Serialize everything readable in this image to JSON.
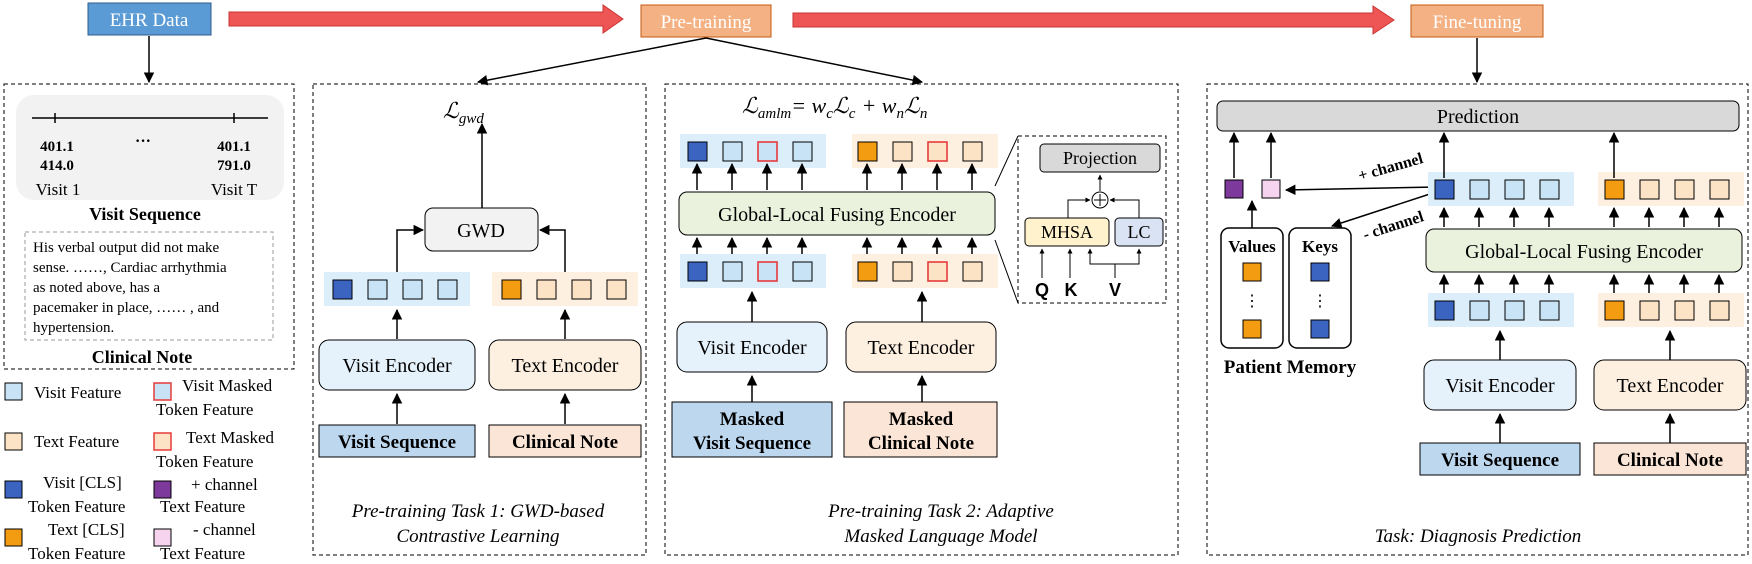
{
  "top": {
    "ehr": "EHR Data",
    "pretraining": "Pre-training",
    "finetuning": "Fine-tuning"
  },
  "left": {
    "codes1a": "401.1",
    "codes1b": "414.0",
    "dots": "···",
    "codes2a": "401.1",
    "codes2b": "791.0",
    "visit1": "Visit 1",
    "visitT": "Visit T",
    "visit_seq_title": "Visit Sequence",
    "note_lines": [
      "His verbal output did not make",
      "sense. ……, Cardiac arrhythmia",
      "as noted above, has a",
      "pacemaker in place, …… , and",
      "hypertension."
    ],
    "clinical_note_title": "Clinical Note"
  },
  "legend": {
    "visit_feature": "Visit Feature",
    "visit_masked_1": "Visit Masked",
    "visit_masked_2": "Token Feature",
    "text_feature": "Text Feature",
    "text_masked_1": "Text Masked",
    "text_masked_2": "Token Feature",
    "visit_cls_1": "Visit [CLS]",
    "visit_cls_2": "Token Feature",
    "plus_channel_1": "+ channel",
    "plus_channel_2": "Text Feature",
    "text_cls_1": "Text [CLS]",
    "text_cls_2": "Token Feature",
    "minus_channel_1": "- channel",
    "minus_channel_2": "Text Feature"
  },
  "task1": {
    "loss": "ℒ",
    "loss_sub": "gwd",
    "gwd": "GWD",
    "visit_encoder": "Visit Encoder",
    "text_encoder": "Text Encoder",
    "visit_seq": "Visit Sequence",
    "clinical_note": "Clinical Note",
    "caption1": "Pre-training Task 1: GWD-based",
    "caption2": "Contrastive Learning"
  },
  "task2": {
    "loss_main": "ℒ",
    "loss_main_sub": "amlm",
    "eq": "= w",
    "wc_sub": "c",
    "lc": "ℒ",
    "lc_sub": "c",
    "plus": "+ w",
    "wn_sub": "n",
    "ln": "ℒ",
    "ln_sub": "n",
    "fusing_encoder": "Global-Local Fusing Encoder",
    "visit_encoder": "Visit Encoder",
    "text_encoder": "Text Encoder",
    "masked_visit_1": "Masked",
    "masked_visit_2": "Visit Sequence",
    "masked_note_1": "Masked",
    "masked_note_2": "Clinical Note",
    "projection": "Projection",
    "mhsa": "MHSA",
    "lc_block": "LC",
    "q": "Q",
    "k": "K",
    "v": "V",
    "caption1": "Pre-training Task 2: Adaptive",
    "caption2": "Masked Language Model"
  },
  "task3": {
    "prediction": "Prediction",
    "values": "Values",
    "keys": "Keys",
    "vdots": "⋮",
    "patient_memory": "Patient Memory",
    "plus_channel": "+ channel",
    "minus_channel": "- channel",
    "fusing_encoder": "Global-Local Fusing Encoder",
    "visit_encoder": "Visit Encoder",
    "text_encoder": "Text Encoder",
    "visit_seq": "Visit Sequence",
    "clinical_note": "Clinical Note",
    "caption": "Task: Diagnosis Prediction"
  },
  "colors": {
    "visit_light": "#c8e3f5",
    "visit_cls": "#3a64bf",
    "text_light": "#fde3c6",
    "text_cls": "#f39c12",
    "masked_red": "#e63b3b",
    "plus_channel": "#7d3a9c",
    "minus_channel": "#f6d3ee",
    "ehr_blue": "#5b9bd5",
    "pretrain_orange": "#f4b183",
    "arrow_red": "#ee5555"
  }
}
